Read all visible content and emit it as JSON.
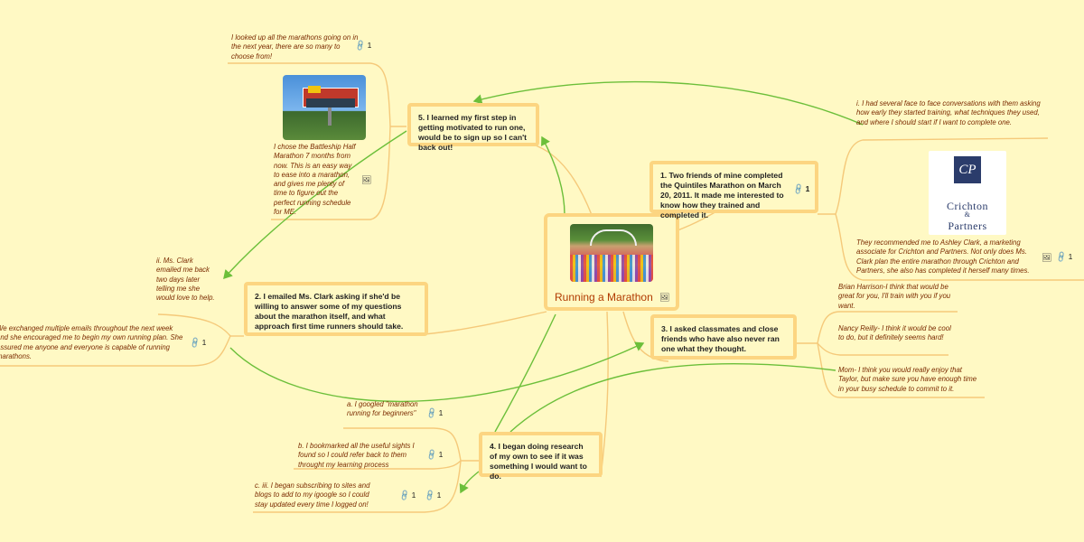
{
  "central": {
    "title": "Running a Marathon",
    "image": "marathon-crowd-photo",
    "image_icon": "image-icon"
  },
  "topics": [
    {
      "id": "t1",
      "text": "1. Two friends of mine completed the Quintiles Marathon on March 20, 2011. It made me interested to know how they trained and completed it.",
      "badge": "1"
    },
    {
      "id": "t2",
      "text": "2. I emailed Ms. Clark asking if she'd be willing to answer some of my questions about the marathon itself, and what approach first time runners should take."
    },
    {
      "id": "t3",
      "text": "3. I asked classmates and close friends who have also never ran one what they thought."
    },
    {
      "id": "t4",
      "text": "4. I began doing research of my own to see if it was something I would want to do."
    },
    {
      "id": "t5",
      "text": "5. I learned my first step in getting motivated to run one, would be to sign up so I can't back out!"
    }
  ],
  "notes": {
    "t1_a": "i. I had several face to face conversations with them asking how early they started training, what techniques they used, and where I should start if I want to complete one.",
    "t1_b": "They recommended me to Ashley Clark, a marketing associate for Crichton and Partners. Not only does Ms. Clark plan the entire marathon through Crichton and Partners, she also has completed it herself many times.",
    "t1_b_badge": "1",
    "t2_a": "ii. Ms. Clark emailed me back two days later telling me she would love to help.",
    "t2_b": "We exchanged multiple emails throughout the next week and she encouraged me to begin my own running plan. She assured me anyone and everyone is capable of running marathons.",
    "t2_b_badge": "1",
    "t3_a": "Brian Harrison-I think that would be great for you, I'll train with you if you want.",
    "t3_b": "Nancy Reilly- I think it would be cool to do, but it definitely seems hard!",
    "t3_c": "Mom- I think you would really enjoy that Taylor, but make sure you have enough time in your busy schedule to commit to it.",
    "t4_a": "a. I googled \"marathon running for beginners\"",
    "t4_a_badge": "1",
    "t4_b": "b. I bookmarked all the useful sights I found so I could refer back to them throught my learning process",
    "t4_b_badge": "1",
    "t4_c": "c. iii. I began subscribing to sites and blogs to add to my igoogle so I could stay updated every time I logged on!",
    "t4_c_badge1": "1",
    "t4_c_badge2": "1",
    "t5_a": "I looked up all the marathons going on in the next year, there are so many to choose from!",
    "t5_a_badge": "1",
    "t5_b": "I chose the Battleship Half Marathon 7 months from now. This is an easy way to ease into a marathon, and gives me plenty of time to figure out the perfect running schedule for ME."
  },
  "images": {
    "battleship_sign": "battleship-marathon-sign-photo",
    "crichton_logo": {
      "monogram": "CP",
      "line1": "Crichton",
      "amp": "&",
      "line2": "Partners",
      "color": "#2b3c6b"
    }
  },
  "colors": {
    "background": "#fff9c4",
    "node_border": "#fcd581",
    "branch": "#f5c97a",
    "arrow": "#6cbf3a",
    "note_text": "#7a2a00",
    "title_text": "#b13a00"
  },
  "link_icon": "link-icon"
}
